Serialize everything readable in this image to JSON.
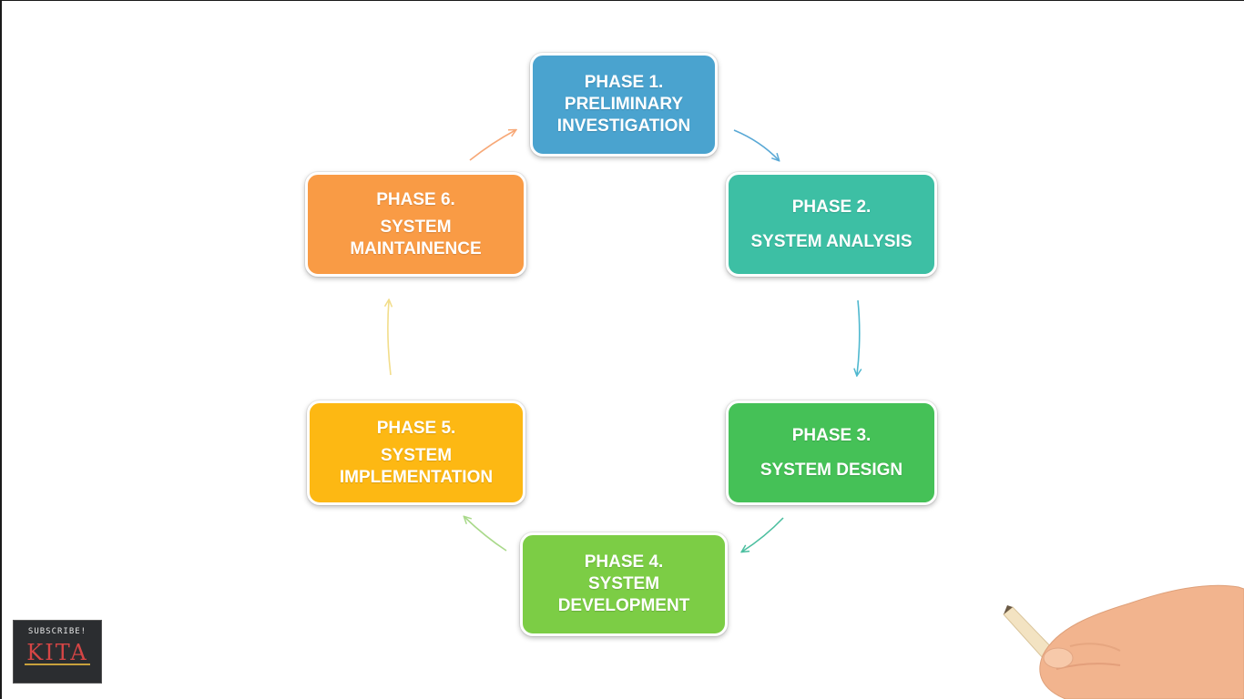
{
  "diagram": {
    "phases": [
      {
        "id": 1,
        "label": "PHASE 1.",
        "lines": [
          "PRELIMINARY",
          "INVESTIGATION"
        ],
        "color": "#4aa3cf"
      },
      {
        "id": 2,
        "label": "PHASE 2.",
        "lines": [
          "SYSTEM ANALYSIS"
        ],
        "color": "#3dbfa4"
      },
      {
        "id": 3,
        "label": "PHASE 3.",
        "lines": [
          "SYSTEM DESIGN"
        ],
        "color": "#45c157"
      },
      {
        "id": 4,
        "label": "PHASE 4.",
        "lines": [
          "SYSTEM",
          "DEVELOPMENT"
        ],
        "color": "#7ccd45"
      },
      {
        "id": 5,
        "label": "PHASE 5.",
        "lines": [
          "SYSTEM",
          "IMPLEMENTATION"
        ],
        "color": "#fdb813"
      },
      {
        "id": 6,
        "label": "PHASE 6.",
        "lines": [
          "SYSTEM",
          "MAINTAINENCE"
        ],
        "color": "#f99b45"
      }
    ],
    "arrow_colors": {
      "1to2": "#5aa9d6",
      "2to3": "#4fb8cf",
      "3to4": "#4cbfa0",
      "4to5": "#a9d98a",
      "5to6": "#f2dd8a",
      "6to1": "#f7a877"
    }
  },
  "subscribe_badge": {
    "caption": "SUBSCRIBE!",
    "logo_text": "KITA"
  }
}
